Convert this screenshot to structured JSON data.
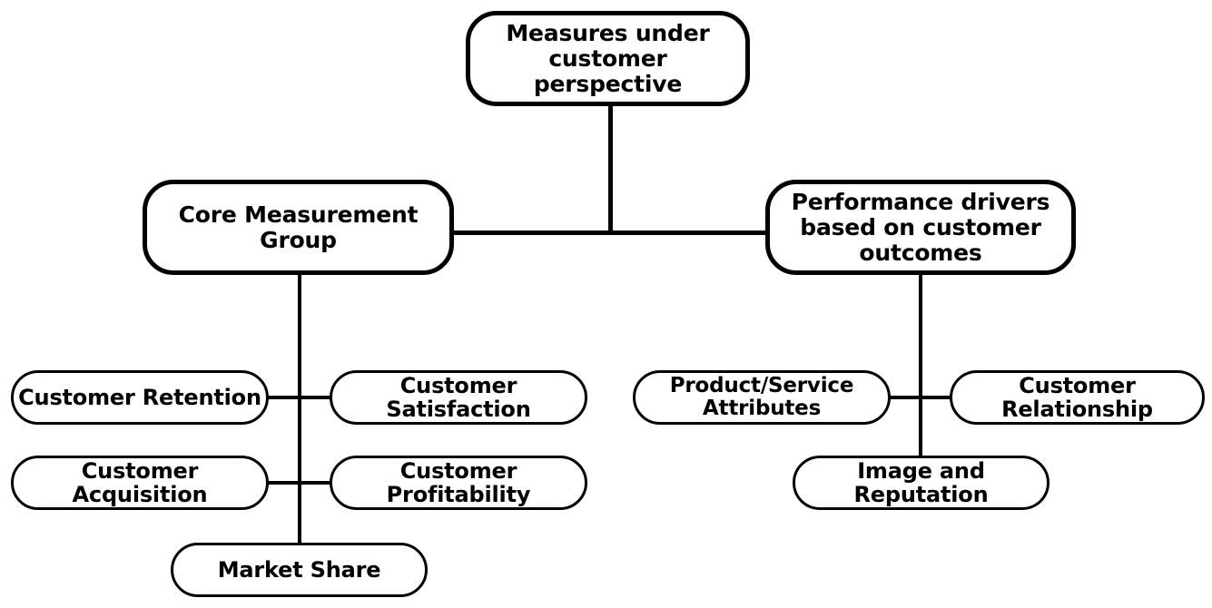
{
  "diagram": {
    "title": "Measures under customer perspective",
    "background_color": "#ffffff",
    "line_color": "#000000",
    "text_color": "#000000",
    "nodes": {
      "root": {
        "label": "Measures under customer\nperspective"
      },
      "core_group": {
        "label": "Core Measurement\nGroup"
      },
      "performance_drivers": {
        "label": "Performance drivers\nbased on customer\noutcomes"
      },
      "customer_retention": {
        "label": "Customer Retention"
      },
      "customer_satisfaction": {
        "label": "Customer Satisfaction"
      },
      "customer_acquisition": {
        "label": "Customer Acquisition"
      },
      "customer_profitability": {
        "label": "Customer Profitability"
      },
      "market_share": {
        "label": "Market Share"
      },
      "product_service_attributes": {
        "label": "Product/Service Attributes"
      },
      "customer_relationship": {
        "label": "Customer Relationship"
      },
      "image_and_reputation": {
        "label": "Image and Reputation"
      }
    }
  }
}
